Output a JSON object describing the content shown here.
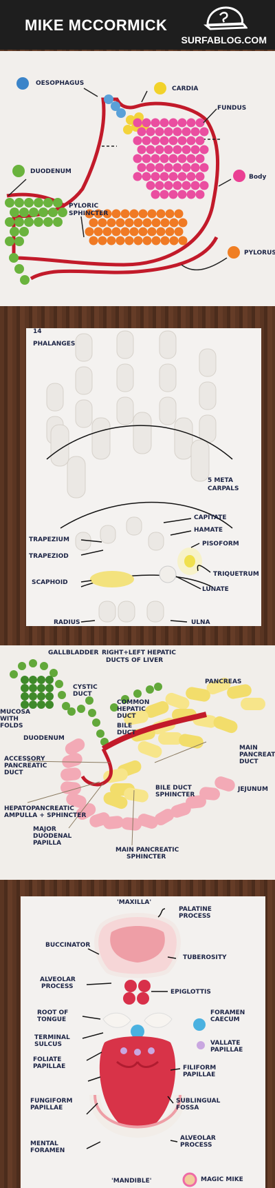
{
  "header": {
    "title": "MIKE MCCORMICK",
    "brand": "SURFABLOG.COM",
    "logo_icon": "cap-icon"
  },
  "panel1": {
    "labels": {
      "oesophagus": "OESOPHAGUS",
      "cardia": "CARDIA",
      "fundus": "FUNDUS",
      "duodenum": "DUODENUM",
      "body": "Body",
      "pyloric": "PYLORIC",
      "sphincter": "SPHINCTER",
      "pylorus": "PYLORUS"
    }
  },
  "panel2": {
    "labels": {
      "phalanges_count": "14",
      "phalanges": "PHALANGES",
      "meta1": "5 META",
      "meta2": "CARPALS",
      "capitate": "CAPITATE",
      "hamate": "HAMATE",
      "pisoform": "PISOFORM",
      "trapezium": "TRAPEZIUM",
      "trapeziod": "TRAPEZIOD",
      "triquetrum": "TRIQUETRUM",
      "scaphoid": "SCAPHOID",
      "lunate": "LUNATE",
      "radius": "RADIUS",
      "ulna": "ULNA"
    }
  },
  "panel3": {
    "labels": {
      "gallbladder": "GALLBLADDER",
      "hepatic1": "RIGHT+LEFT HEPATIC",
      "hepatic2": "DUCTS OF LIVER",
      "cystic1": "CYSTIC",
      "cystic2": "DUCT",
      "common1": "COMMON",
      "common2": "HEPATIC",
      "common3": "DUCT",
      "bile1": "BILE",
      "bile2": "DUCT",
      "pancreas": "PANCREAS",
      "mucosa1": "MUCOSA",
      "mucosa2": "WITH",
      "mucosa3": "FOLDS",
      "duodenum": "DUODENUM",
      "accessory1": "ACCESSORY",
      "accessory2": "PANCREATIC",
      "accessory3": "DUCT",
      "main_duct1": "MAIN",
      "main_duct2": "PANCREATIC",
      "main_duct3": "DUCT",
      "jejunum": "JEJUNUM",
      "bile_sph1": "BILE DUCT",
      "bile_sph2": "SPHINCTER",
      "hepato1": "HEPATOPANCREATIC",
      "hepato2": "AMPULLA + SPHINCTER",
      "major1": "MAJOR",
      "major2": "DUODENAL",
      "major3": "PAPILLA",
      "main_sph1": "MAIN PANCREATIC",
      "main_sph2": "SPHINCTER"
    }
  },
  "panel4": {
    "labels": {
      "maxilla": "'MAXILLA'",
      "palatine1": "PALATINE",
      "palatine2": "PROCESS",
      "buccinator": "BUCCINATOR",
      "tuberosity": "TUBEROSITY",
      "alveolar1": "ALVEOLAR",
      "alveolar2": "PROCESS",
      "epiglottis": "EPIGLOTTIS",
      "foramen1": "FORAMEN",
      "foramen2": "CAECUM",
      "root1": "ROOT OF",
      "root2": "TONGUE",
      "vallate1": "VALLATE",
      "vallate2": "PAPILLAE",
      "terminal1": "TERMINAL",
      "terminal2": "SULCUS",
      "foliate1": "FOLIATE",
      "foliate2": "PAPILLAE",
      "filiform1": "FILIFORM",
      "filiform2": "PAPILLAE",
      "fungiform1": "FUNGIFORM",
      "fungiform2": "PAPILLAE",
      "sublingual1": "SUBLINGUAL",
      "sublingual2": "FOSSA",
      "mental1": "MENTAL",
      "mental2": "FORAMEN",
      "alveolar_b1": "ALVEOLAR",
      "alveolar_b2": "PROCESS",
      "mandible": "'MANDIBLE'",
      "magic": "MAGIC MIKE"
    }
  }
}
